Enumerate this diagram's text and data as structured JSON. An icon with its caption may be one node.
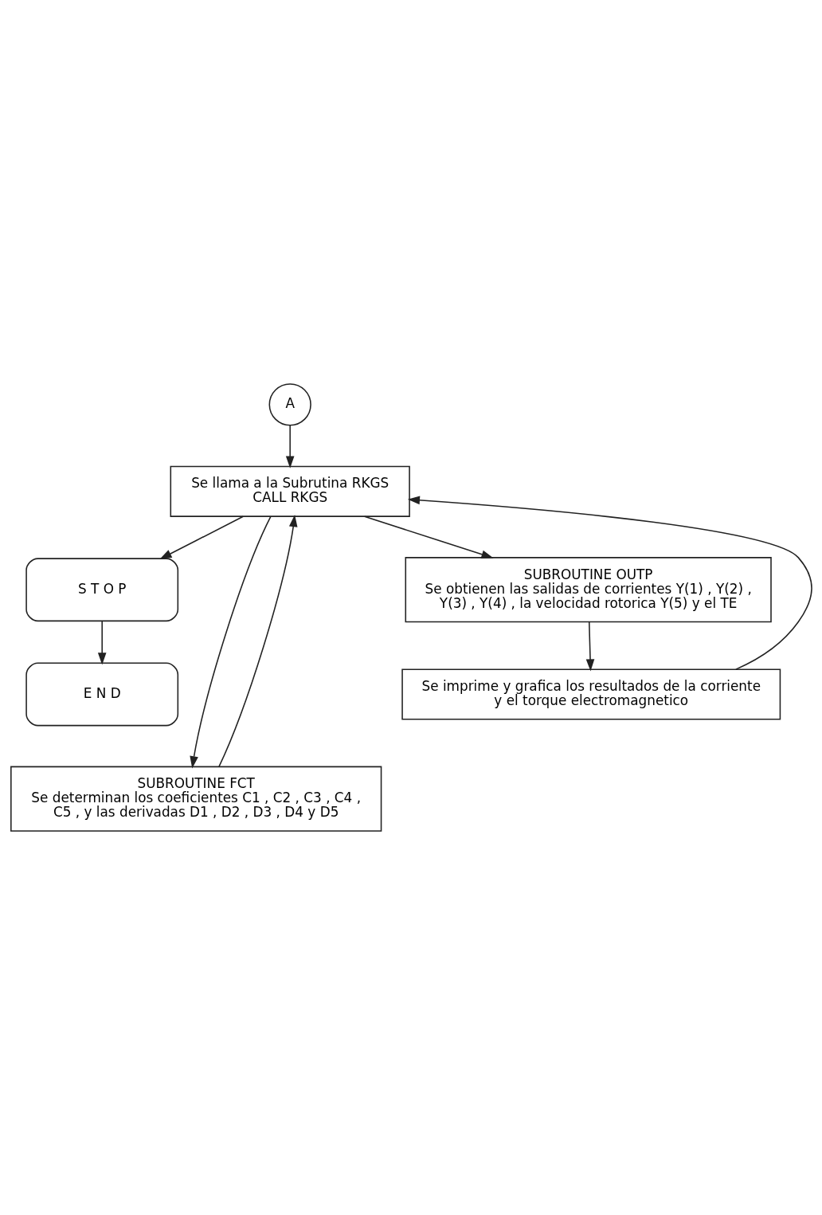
{
  "diagram": {
    "nodes": [
      {
        "text": [
          "A"
        ]
      },
      {
        "text": [
          "Se llama a la Subrutina RKGS",
          "CALL RKGS"
        ]
      },
      {
        "text": [
          "S T O P"
        ]
      },
      {
        "text": [
          "E N D"
        ]
      },
      {
        "text": [
          "SUBROUTINE FCT",
          "Se determinan los coeficientes C1 , C2 , C3 , C4 , C5 , y las derivadas D1 , D2 , D3 , D4 y D5"
        ]
      },
      {
        "text": [
          "SUBROUTINE OUTP",
          "Se obtienen las salidas de corrientes Y(1) , Y(2) , Y(3) , Y(4) , la velocidad rotorica Y(5) y el TE"
        ]
      },
      {
        "text": [
          "Se imprime y grafica los resultados de la corriente y el torque electromagnetico"
        ]
      }
    ],
    "edges": [
      {
        "from": 0,
        "to": 1,
        "arrow": "to"
      },
      {
        "from": 1,
        "to": 2,
        "arrow": "to"
      },
      {
        "from": 2,
        "to": 3,
        "arrow": "to"
      },
      {
        "from": 1,
        "to": 4,
        "arrow": "to"
      },
      {
        "from": 4,
        "to": 1,
        "arrow": "to"
      },
      {
        "from": 1,
        "to": 5,
        "arrow": "to"
      },
      {
        "from": 5,
        "to": 6,
        "arrow": "to"
      },
      {
        "from": 6,
        "to": 1,
        "arrow": "to"
      }
    ]
  }
}
